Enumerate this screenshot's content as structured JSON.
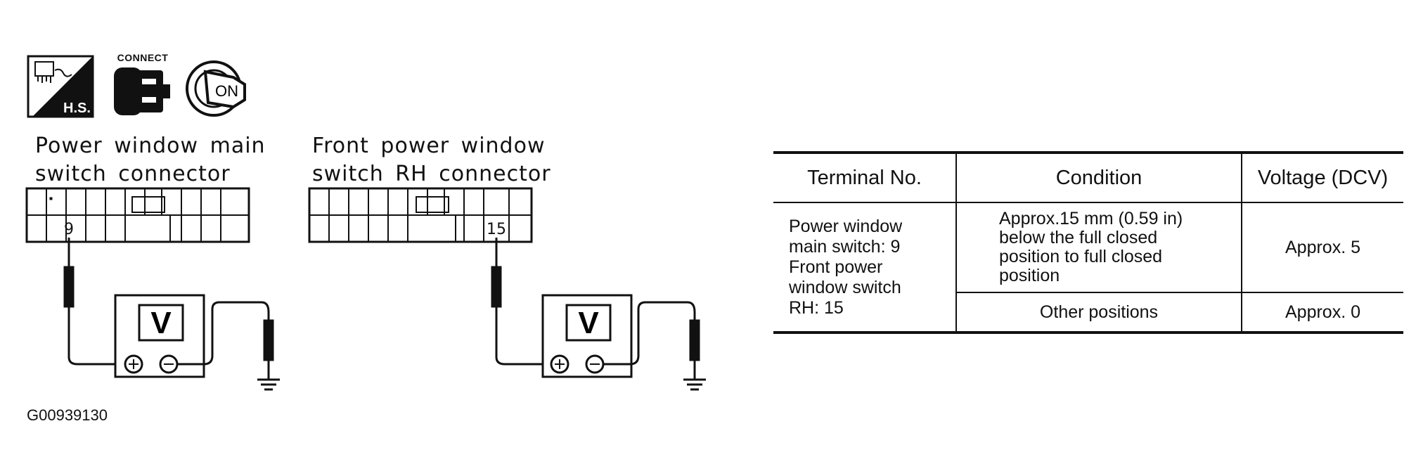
{
  "icons": {
    "harness_label": "H.S.",
    "connect_label": "CONNECT",
    "ignition_label": "ON"
  },
  "connectors": [
    {
      "title_line1": "Power window main",
      "title_line2": "switch connector",
      "pin": "9"
    },
    {
      "title_line1": "Front power window",
      "title_line2": "switch RH connector",
      "pin": "15"
    }
  ],
  "meter_label": "V",
  "table": {
    "headers": [
      "Terminal No.",
      "Condition",
      "Voltage (DCV)"
    ],
    "terminal_lines": [
      "Power window",
      "main switch: 9",
      "Front power",
      "window switch",
      "RH: 15"
    ],
    "condition_1_lines": [
      "Approx.15 mm (0.59 in)",
      "below the full closed",
      "position to full closed",
      "position"
    ],
    "voltage_1": "Approx. 5",
    "condition_2": "Other positions",
    "voltage_2": "Approx. 0"
  },
  "figure_code": "G00939130"
}
